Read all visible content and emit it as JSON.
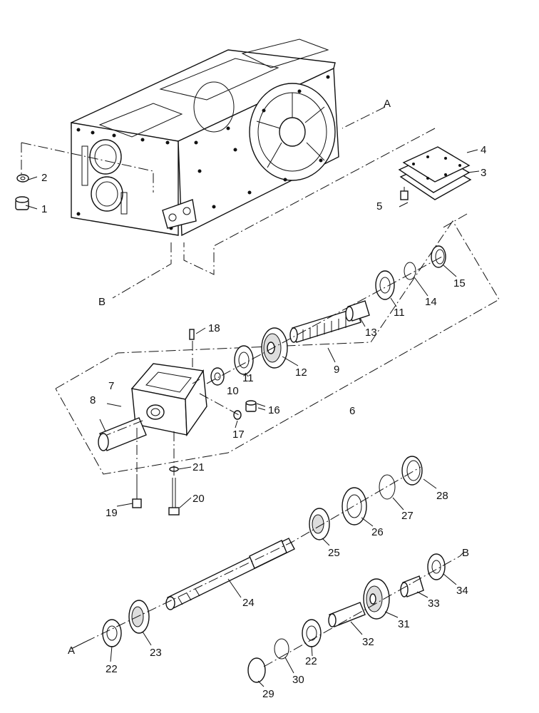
{
  "callouts": [
    {
      "id": "c1",
      "text": "1"
    },
    {
      "id": "c2",
      "text": "2"
    },
    {
      "id": "c3",
      "text": "3"
    },
    {
      "id": "c4",
      "text": "4"
    },
    {
      "id": "c5",
      "text": "5"
    },
    {
      "id": "c6",
      "text": "6"
    },
    {
      "id": "c7",
      "text": "7"
    },
    {
      "id": "c8",
      "text": "8"
    },
    {
      "id": "c9",
      "text": "9"
    },
    {
      "id": "c10",
      "text": "10"
    },
    {
      "id": "c11a",
      "text": "11"
    },
    {
      "id": "c11b",
      "text": "11"
    },
    {
      "id": "c12",
      "text": "12"
    },
    {
      "id": "c13",
      "text": "13"
    },
    {
      "id": "c14",
      "text": "14"
    },
    {
      "id": "c15",
      "text": "15"
    },
    {
      "id": "c16",
      "text": "16"
    },
    {
      "id": "c17",
      "text": "17"
    },
    {
      "id": "c18",
      "text": "18"
    },
    {
      "id": "c19",
      "text": "19"
    },
    {
      "id": "c20",
      "text": "20"
    },
    {
      "id": "c21",
      "text": "21"
    },
    {
      "id": "c22a",
      "text": "22"
    },
    {
      "id": "c22b",
      "text": "22"
    },
    {
      "id": "c23",
      "text": "23"
    },
    {
      "id": "c24",
      "text": "24"
    },
    {
      "id": "c25",
      "text": "25"
    },
    {
      "id": "c26",
      "text": "26"
    },
    {
      "id": "c27",
      "text": "27"
    },
    {
      "id": "c28",
      "text": "28"
    },
    {
      "id": "c29",
      "text": "29"
    },
    {
      "id": "c30",
      "text": "30"
    },
    {
      "id": "c31",
      "text": "31"
    },
    {
      "id": "c32",
      "text": "32"
    },
    {
      "id": "c33",
      "text": "33"
    },
    {
      "id": "c34",
      "text": "34"
    },
    {
      "id": "refA1",
      "text": "A"
    },
    {
      "id": "refA2",
      "text": "A"
    },
    {
      "id": "refB1",
      "text": "B"
    },
    {
      "id": "refB2",
      "text": "B"
    }
  ]
}
